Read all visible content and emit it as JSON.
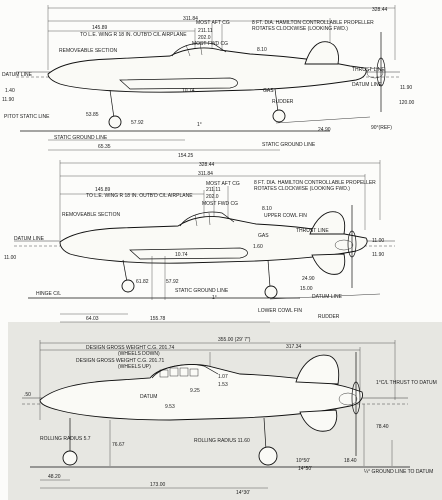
{
  "view1": {
    "dims": {
      "overall": "328.44",
      "ref_line": "311.84",
      "wing_ref": "145.89",
      "to_le_wing": "TO L.E. WING R 18 IN. OUTB'D C/L AIRPLANE",
      "most_aft_cg": "MOST AFT CG",
      "cg_aft": "211.11",
      "cg_fwd": "202.0",
      "most_fwd_cg": "MOST FWD CG",
      "prop": "8 FT. DIA. HAMILTON CONTROLLABLE PROPELLER ROTATES CLOCKWISE (LOOKING FWD.)",
      "v_810": "8.10",
      "v_1074": "10.74",
      "v_1190": "11.90",
      "v_1200": "120.00",
      "v_140": "1.40",
      "v_1190b": "11.90",
      "v_5385": "53.85",
      "v_5792": "57.92",
      "v_6535": "65.35",
      "v_15425": "154.25",
      "v_2490": "24.90",
      "v_90": "90°(REF)",
      "angle": "1°"
    },
    "labels": {
      "removable": "REMOVEABLE SECTION",
      "datum": "DATUM LINE",
      "thrust": "THRUST LINE",
      "datum_r": "DATUM LINE",
      "rudder": "RUDDER",
      "pitot": "PITOT STATIC LINE",
      "static_ground": "STATIC GROUND LINE",
      "static_ground_r": "STATIC GROUND LINE",
      "gas": "GAS"
    }
  },
  "view2": {
    "dims": {
      "overall": "328.44",
      "ref_line": "311.84",
      "wing_ref": "145.89",
      "to_le_wing": "TO L.E. WING R 18 IN. OUTB'D C/L AIRPLANE",
      "most_aft_cg": "MOST AFT CG",
      "cg_aft": "211.11",
      "cg_fwd": "202.0",
      "most_fwd_cg": "MOST FWD CG",
      "prop": "8 FT. DIA. HAMILTON CONTROLLABLE PROPELLER ROTATES CLOCKWISE (LOOKING FWD.)",
      "v_810": "8.10",
      "v_1074": "10.74",
      "v_160": "1.60",
      "v_1190": "11.90",
      "v_1100": "11.00",
      "v_1100b": "11.00",
      "v_6182": "61.82",
      "v_5792": "57.92",
      "v_6403": "64.03",
      "v_15578": "155.78",
      "v_2490": "24.90",
      "v_1500": "15.00",
      "angle": "1°"
    },
    "labels": {
      "removable": "REMOVEABLE SECTION",
      "datum": "DATUM LINE",
      "thrust": "THRUST LINE",
      "upper_cowl": "UPPER COWL FIN",
      "hinge": "HINGE C/L",
      "static_ground": "STATIC GROUND LINE",
      "datum_r": "DATUM LINE",
      "lower_cowl": "LOWER COWL FIN",
      "rudder": "RUDDER",
      "gas": "GAS"
    }
  },
  "view3": {
    "dims": {
      "overall": "355.00 (29' 7\")",
      "ref": "317.34",
      "design_down": "DESIGN GROSS WEIGHT C.G. 201.74",
      "wheels_down": "(WHEELS DOWN)",
      "design_up": "DESIGN GROSS WEIGHT C.G. 201.71",
      "wheels_up": "(WHEELS UP)",
      "v_107": "1.07",
      "v_153": "1.53",
      "v_925": "9.25",
      "v_953": "9.53",
      "v_050": ".50",
      "v_7667": "76.67",
      "v_7840": "78.40",
      "v_1840": "18.40",
      "v_4820": "48.20",
      "v_17300": "173.00",
      "v_1450": "14°50'",
      "v_1430": "14°30'",
      "v_1050": "10°50'"
    },
    "labels": {
      "datum": "DATUM",
      "thrust_r": "1°C/L THRUST TO DATUM",
      "rolling_l": "ROLLING RADIUS 5.7",
      "rolling_r": "ROLLING RADIUS 11.60",
      "ground_r": "¼° GROUND LINE TO DATUM"
    }
  }
}
